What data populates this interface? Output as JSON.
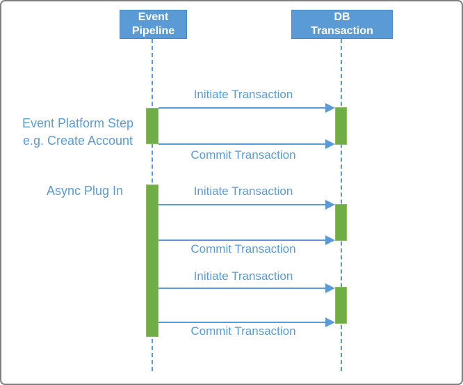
{
  "actors": [
    {
      "label": "Event\nPipeline"
    },
    {
      "label": "DB\nTransaction"
    }
  ],
  "annotations": [
    {
      "text": "Event Platform Step\ne.g. Create Account"
    },
    {
      "text": "Async Plug In"
    }
  ],
  "messages": [
    {
      "label": "Initiate Transaction",
      "from": "Event Pipeline",
      "to": "DB Transaction"
    },
    {
      "label": "Commit Transaction",
      "from": "Event Pipeline",
      "to": "DB Transaction"
    },
    {
      "label": "Initiate Transaction",
      "from": "Event Pipeline",
      "to": "DB Transaction"
    },
    {
      "label": "Commit Transaction",
      "from": "Event Pipeline",
      "to": "DB Transaction"
    },
    {
      "label": "Initiate Transaction",
      "from": "Event Pipeline",
      "to": "DB Transaction"
    },
    {
      "label": "Commit Transaction",
      "from": "Event Pipeline",
      "to": "DB Transaction"
    }
  ],
  "colors": {
    "actor_fill": "#5b9bd5",
    "actor_border": "#4a89c4",
    "actor_text": "#ffffff",
    "lifeline": "#5b9bd5",
    "activation_fill": "#70ad47",
    "activation_border": "#8cbe62",
    "message": "#5b9bd5",
    "text": "#5b9bd5",
    "frame_border": "#7f7f7f"
  }
}
